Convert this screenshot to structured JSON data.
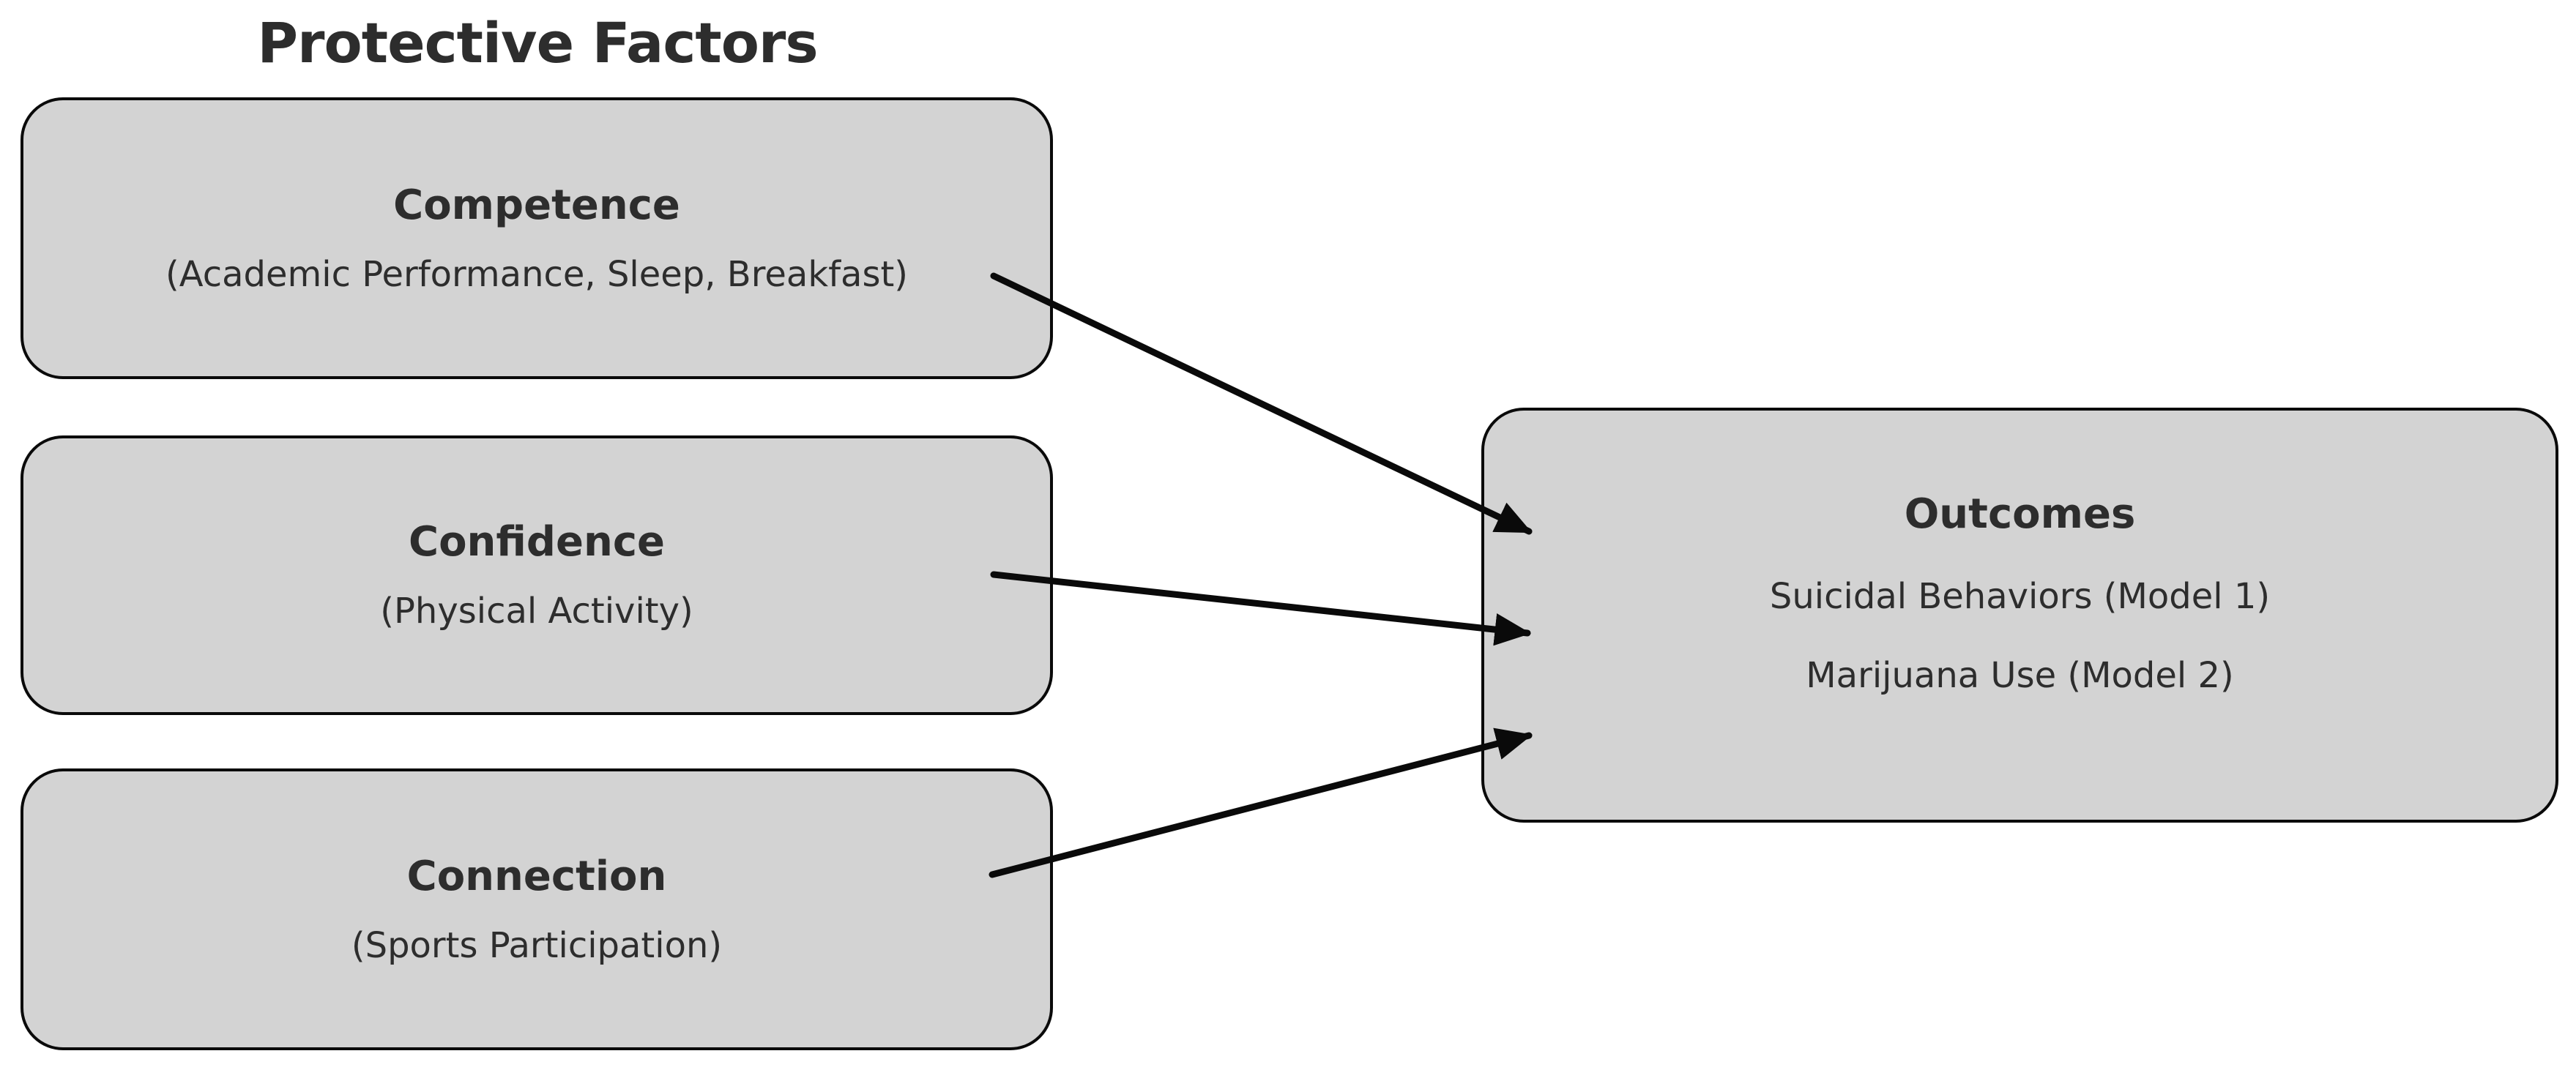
{
  "colors": {
    "background": "#ffffff",
    "node_fill": "#d3d3d3",
    "node_border": "#0a0a0a",
    "arrow": "#0a0a0a",
    "text": "#2d2d2d"
  },
  "diagram": {
    "title": "Protective Factors",
    "nodes": {
      "competence": {
        "heading": "Competence",
        "subtext": "(Academic Performance, Sleep, Breakfast)"
      },
      "confidence": {
        "heading": "Confidence",
        "subtext": "(Physical Activity)"
      },
      "connection": {
        "heading": "Connection",
        "subtext": "(Sports Participation)"
      },
      "outcomes": {
        "heading": "Outcomes",
        "line1": "Suicidal Behaviors (Model 1)",
        "line2": "Marijuana Use (Model 2)"
      }
    },
    "edges": [
      {
        "from": "Competence",
        "to": "Outcomes"
      },
      {
        "from": "Confidence",
        "to": "Outcomes"
      },
      {
        "from": "Connection",
        "to": "Outcomes"
      }
    ]
  }
}
